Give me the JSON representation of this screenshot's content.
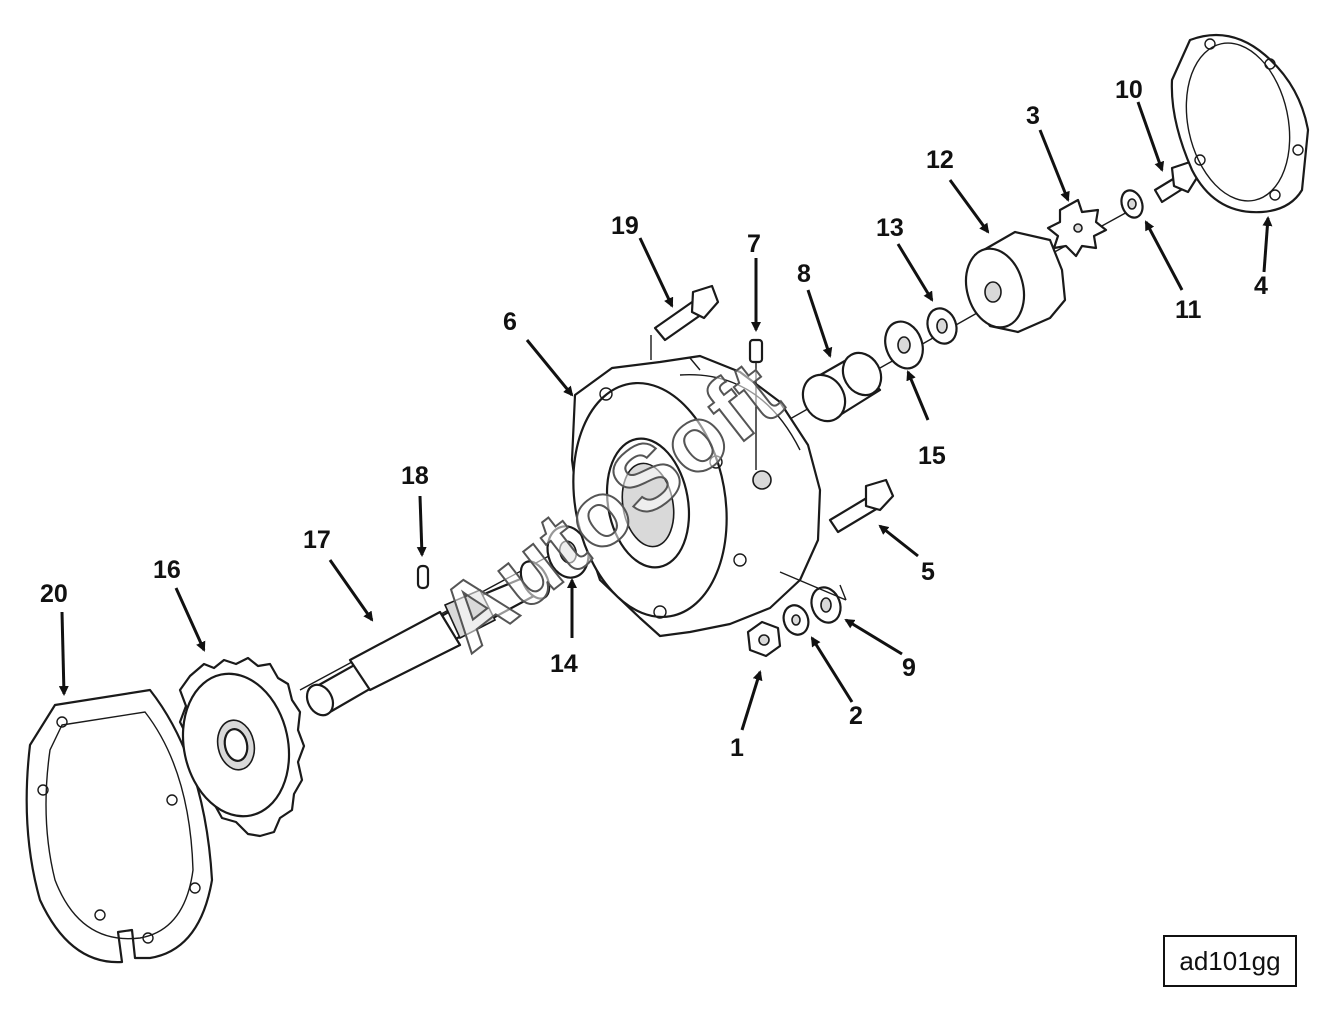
{
  "figure_code": "ad101gg",
  "watermark": "AutoSoft",
  "callouts": [
    "1",
    "2",
    "3",
    "4",
    "5",
    "6",
    "7",
    "8",
    "9",
    "10",
    "11",
    "12",
    "13",
    "14",
    "15",
    "16",
    "17",
    "18",
    "19",
    "20"
  ]
}
